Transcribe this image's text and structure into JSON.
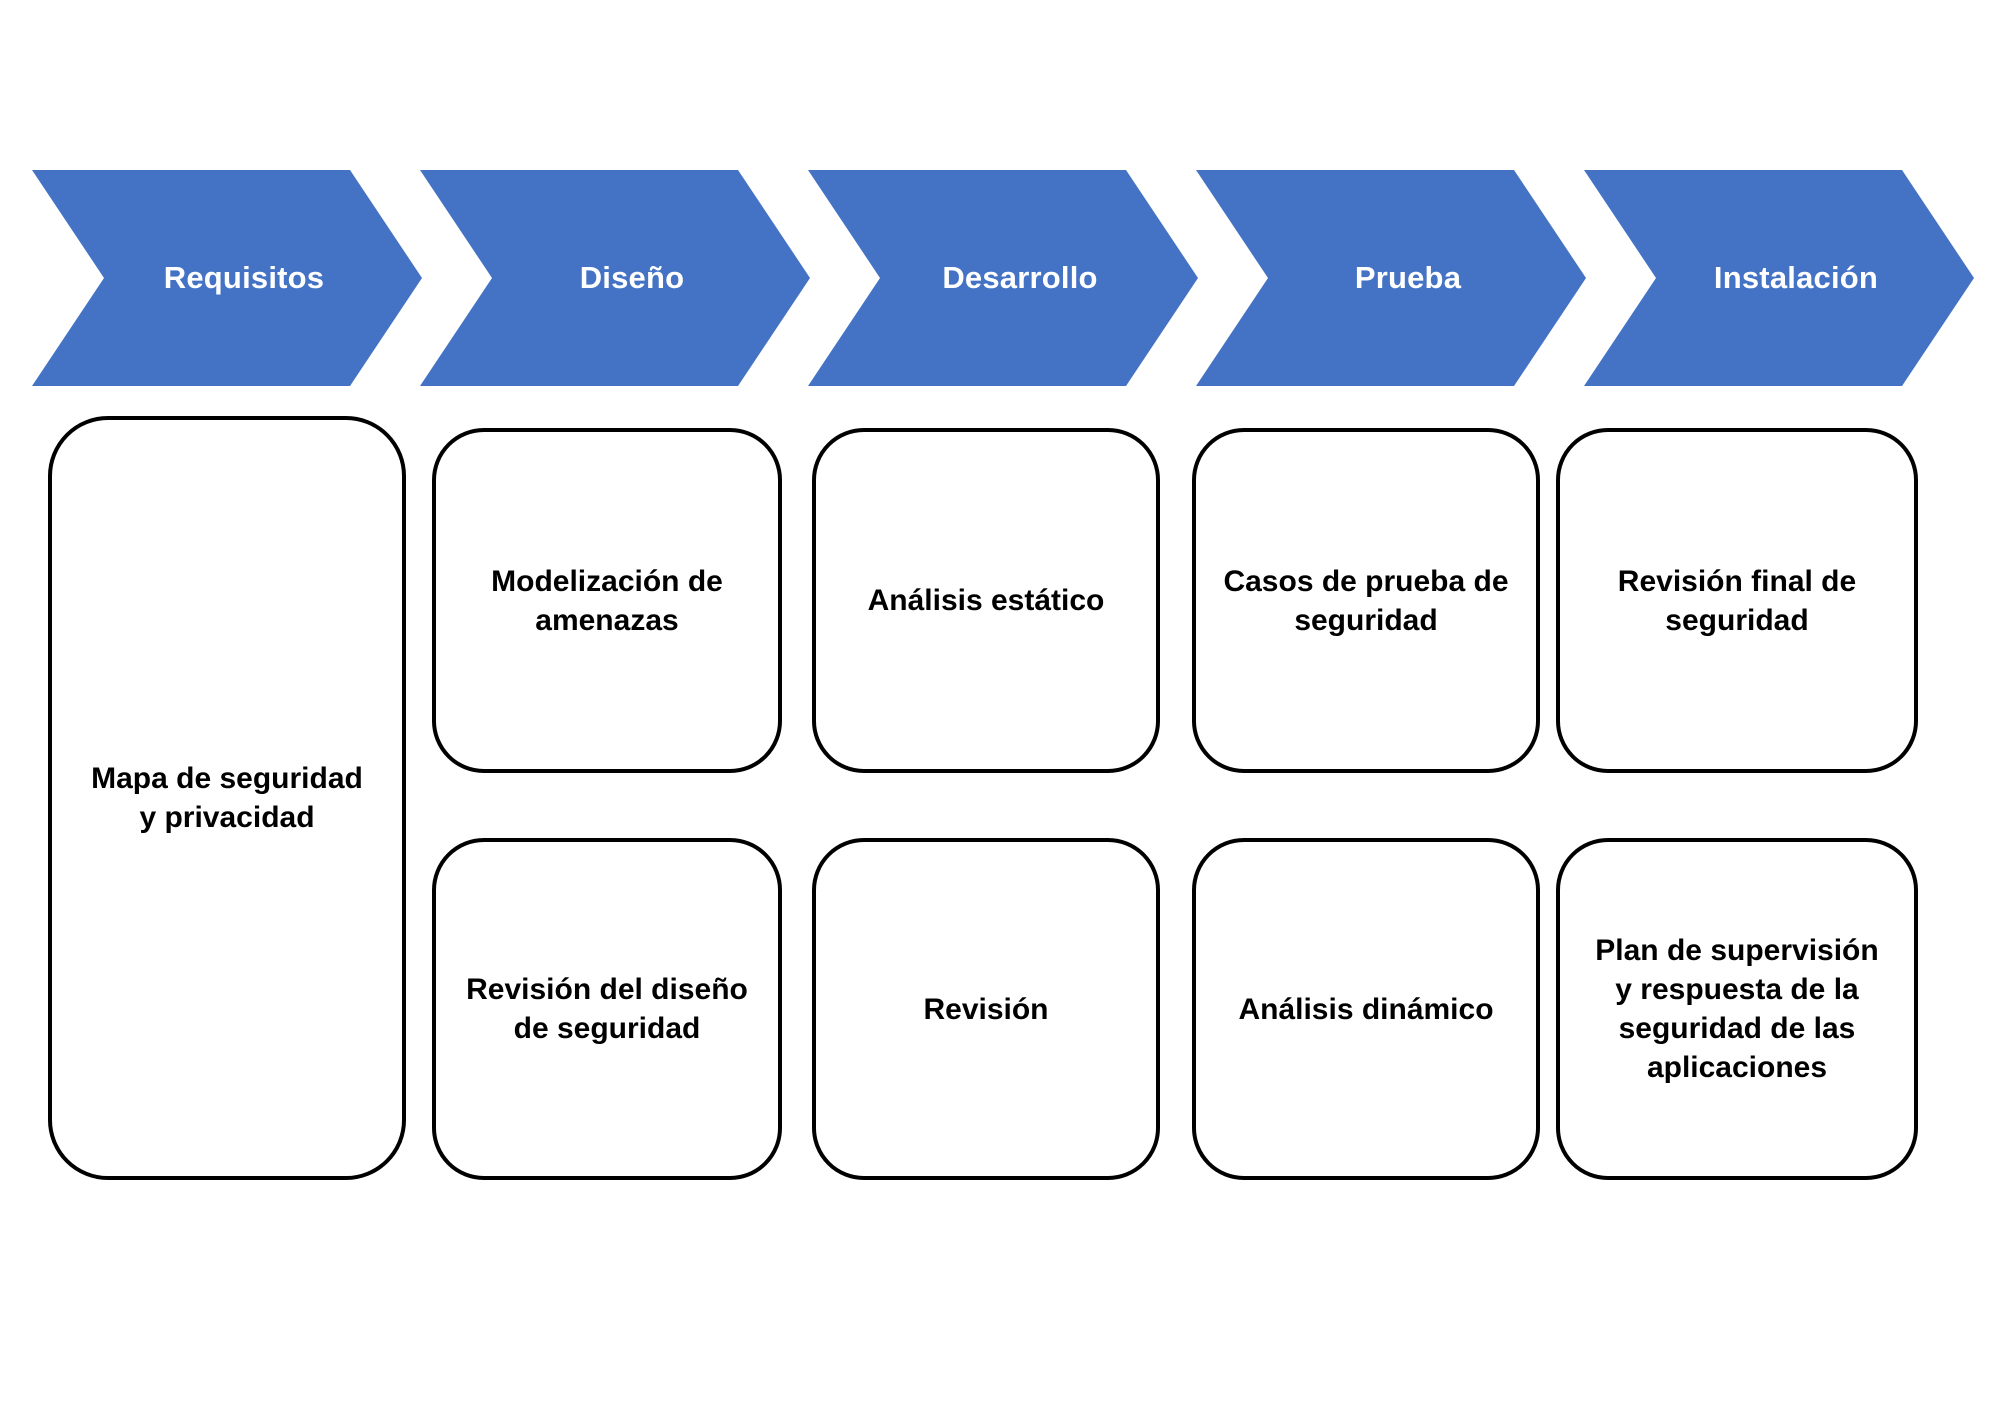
{
  "diagram": {
    "title_text": "",
    "accent_color": "#4472C4",
    "outline_color": "#000000",
    "phase_label_color": "#FFFFFF",
    "phases": [
      {
        "label": "Requisitos"
      },
      {
        "label": "Diseño"
      },
      {
        "label": "Desarrollo"
      },
      {
        "label": "Prueba"
      },
      {
        "label": "Instalación"
      }
    ],
    "tasks_row1": [
      {
        "text": "Mapa de seguridad\ny privacidad"
      },
      {
        "text": "Modelización de\namenazas"
      },
      {
        "text": "Análisis estático"
      },
      {
        "text": "Casos de prueba de\nseguridad"
      },
      {
        "text": "Revisión final de\nseguridad"
      }
    ],
    "tasks_row2": [
      {
        "text": "Revisión del diseño\nde seguridad"
      },
      {
        "text": "Revisión"
      },
      {
        "text": "Análisis dinámico"
      },
      {
        "text": "Plan de supervisión\ny respuesta de la\nseguridad de las\naplicaciones"
      }
    ]
  }
}
